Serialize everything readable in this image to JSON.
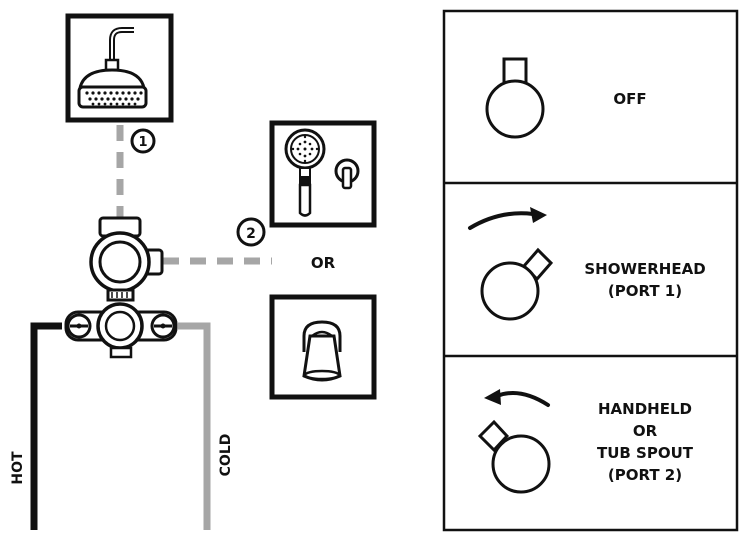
{
  "ports": {
    "port1_number": "1",
    "port2_number": "2"
  },
  "or_label": "OR",
  "supply_lines": {
    "hot": "HOT",
    "cold": "COLD"
  },
  "positions": [
    {
      "label_lines": [
        "OFF"
      ]
    },
    {
      "label_lines": [
        "SHOWERHEAD",
        "(PORT 1)"
      ]
    },
    {
      "label_lines": [
        "HANDHELD",
        "OR",
        "TUB SPOUT",
        "(PORT 2)"
      ]
    }
  ],
  "colors": {
    "outline": "#111111",
    "cold_pipe": "#a6a6a6",
    "dash_line": "#a6a6a6"
  }
}
